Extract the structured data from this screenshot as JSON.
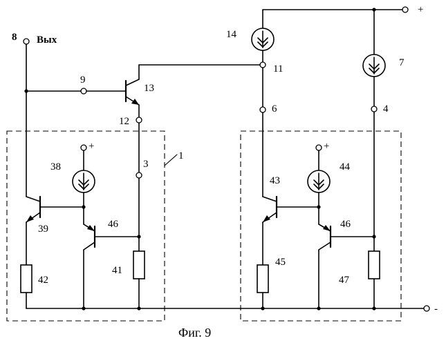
{
  "labels": {
    "out_node": "8",
    "out_text": "Вых",
    "n9": "9",
    "n13": "13",
    "n12": "12",
    "n3": "3",
    "n1": "1",
    "n38": "38",
    "plus_a": "+",
    "n39": "39",
    "n46a": "46",
    "n42": "42",
    "n41": "41",
    "n14": "14",
    "n11": "11",
    "n6": "6",
    "n7": "7",
    "n4": "4",
    "plus_top": "+",
    "n44": "44",
    "plus_b": "+",
    "n43": "43",
    "n46b": "46",
    "n45": "45",
    "n47": "47",
    "minus": "-"
  },
  "caption": "Фиг. 9"
}
